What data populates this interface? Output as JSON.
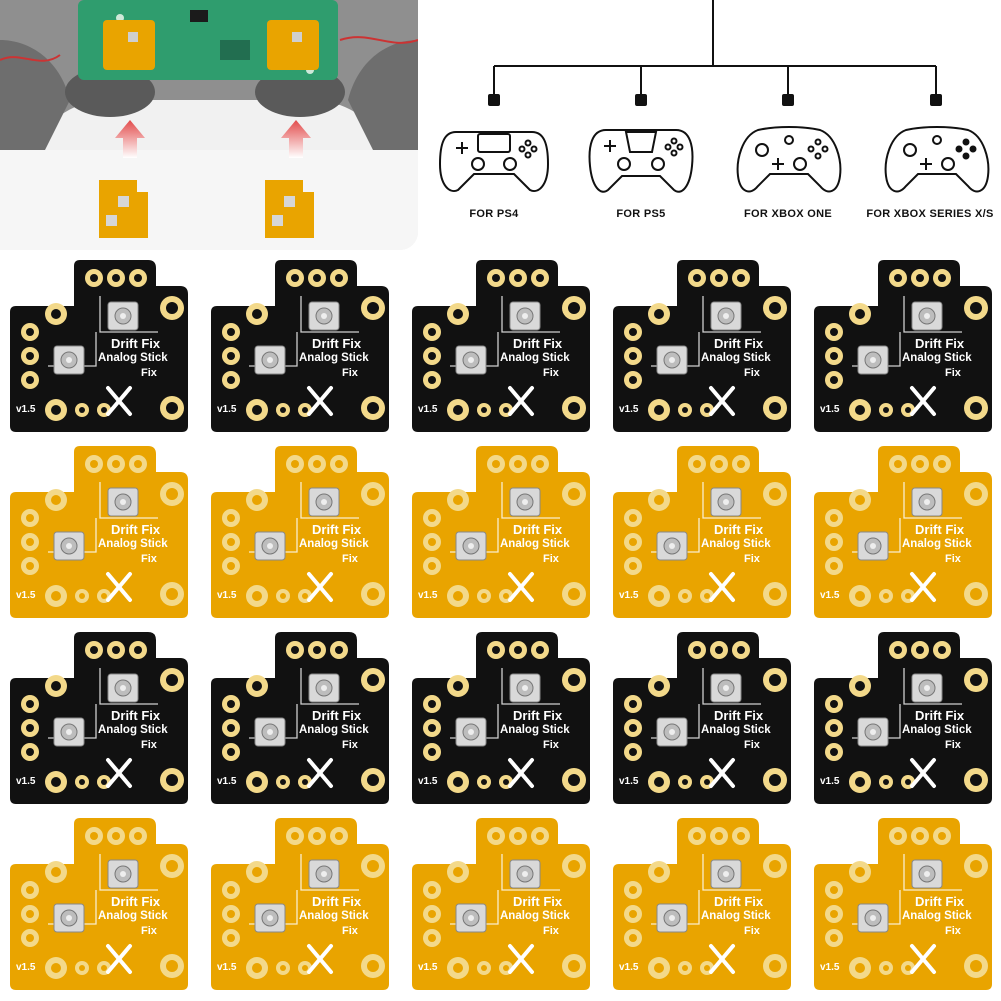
{
  "consoles": [
    {
      "label": "FOR PS4",
      "icon": "ps4-controller-icon"
    },
    {
      "label": "FOR PS5",
      "icon": "ps5-controller-icon"
    },
    {
      "label": "FOR XBOX ONE",
      "icon": "xbox-one-controller-icon"
    },
    {
      "label": "FOR XBOX SERIES X/S",
      "icon": "xbox-series-controller-icon"
    }
  ],
  "board": {
    "title": "Drift Fix",
    "subtitle": "Analog Stick",
    "subtitle2": "Fix",
    "version": "v1.5"
  },
  "grid_rows": [
    "black",
    "gold",
    "black",
    "gold"
  ],
  "colors": {
    "black_board": "#111111",
    "gold_board": "#e9a400",
    "pad": "#f3d98a",
    "arrow": "#e24b4b"
  }
}
